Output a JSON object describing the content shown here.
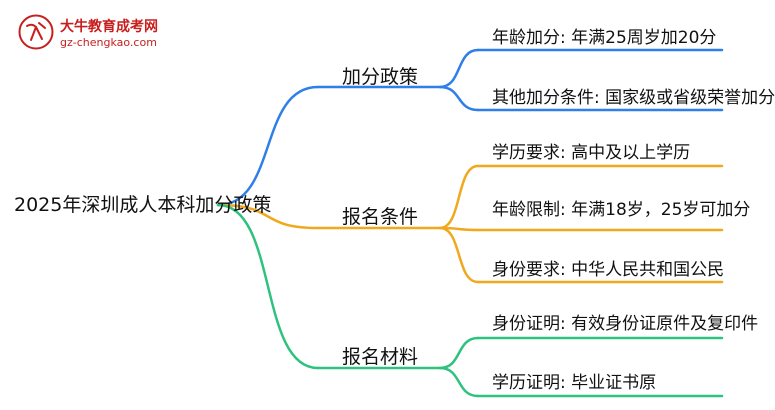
{
  "logo": {
    "name": "大牛教育成考网",
    "url": "gz-chengkao.com",
    "badge_text": "大牛"
  },
  "root": {
    "label": "2025年深圳成人本科加分政策"
  },
  "branches": [
    {
      "label": "加分政策",
      "color": "#2f7fe8",
      "leaves": [
        {
          "label": "年龄加分: 年满25周岁加20分"
        },
        {
          "label": "其他加分条件: 国家级或省级荣誉加分"
        }
      ]
    },
    {
      "label": "报名条件",
      "color": "#f0a81c",
      "leaves": [
        {
          "label": "学历要求: 高中及以上学历"
        },
        {
          "label": "年龄限制: 年满18岁，25岁可加分"
        },
        {
          "label": "身份要求: 中华人民共和国公民"
        }
      ]
    },
    {
      "label": "报名材料",
      "color": "#2ec27e",
      "leaves": [
        {
          "label": "身份证明: 有效身份证原件及复印件"
        },
        {
          "label": "学历证明: 毕业证书原"
        }
      ]
    }
  ]
}
